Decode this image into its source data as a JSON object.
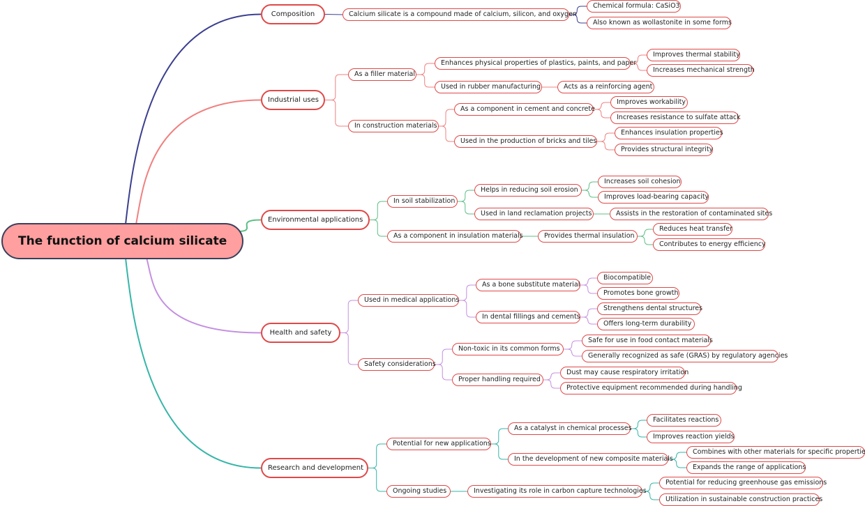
{
  "root": "The function of calcium silicate",
  "branches": [
    {
      "label": "Composition",
      "color": "#3b3f8f",
      "children": [
        {
          "label": "Calcium silicate is a compound made of calcium, silicon, and oxygen",
          "children": [
            {
              "label": "Chemical formula: CaSiO3"
            },
            {
              "label": "Also known as wollastonite in some forms"
            }
          ]
        }
      ]
    },
    {
      "label": "Industrial uses",
      "color": "#f08080",
      "children": [
        {
          "label": "As a filler material",
          "children": [
            {
              "label": "Enhances physical properties of plastics, paints, and paper",
              "children": [
                {
                  "label": "Improves thermal stability"
                },
                {
                  "label": "Increases mechanical strength"
                }
              ]
            },
            {
              "label": "Used in rubber manufacturing",
              "children": [
                {
                  "label": "Acts as a reinforcing agent"
                }
              ]
            }
          ]
        },
        {
          "label": "In construction materials",
          "children": [
            {
              "label": "As a component in cement and concrete",
              "children": [
                {
                  "label": "Improves workability"
                },
                {
                  "label": "Increases resistance to sulfate attack"
                }
              ]
            },
            {
              "label": "Used in the production of bricks and tiles",
              "children": [
                {
                  "label": "Enhances insulation properties"
                },
                {
                  "label": "Provides structural integrity"
                }
              ]
            }
          ]
        }
      ]
    },
    {
      "label": "Environmental applications",
      "color": "#5cbf86",
      "children": [
        {
          "label": "In soil stabilization",
          "children": [
            {
              "label": "Helps in reducing soil erosion",
              "children": [
                {
                  "label": "Increases soil cohesion"
                },
                {
                  "label": "Improves load-bearing capacity"
                }
              ]
            },
            {
              "label": "Used in land reclamation projects",
              "children": [
                {
                  "label": "Assists in the restoration of contaminated sites"
                }
              ]
            }
          ]
        },
        {
          "label": "As a component in insulation materials",
          "children": [
            {
              "label": "Provides thermal insulation",
              "children": [
                {
                  "label": "Reduces heat transfer"
                },
                {
                  "label": "Contributes to energy efficiency"
                }
              ]
            }
          ]
        }
      ]
    },
    {
      "label": "Health and safety",
      "color": "#c490e0",
      "children": [
        {
          "label": "Used in medical applications",
          "children": [
            {
              "label": "As a bone substitute material",
              "children": [
                {
                  "label": "Biocompatible"
                },
                {
                  "label": "Promotes bone growth"
                }
              ]
            },
            {
              "label": "In dental fillings and cements",
              "children": [
                {
                  "label": "Strengthens dental structures"
                },
                {
                  "label": "Offers long-term durability"
                }
              ]
            }
          ]
        },
        {
          "label": "Safety considerations",
          "children": [
            {
              "label": "Non-toxic in its common forms",
              "children": [
                {
                  "label": "Safe for use in food contact materials"
                },
                {
                  "label": "Generally recognized as safe (GRAS) by regulatory agencies"
                }
              ]
            },
            {
              "label": "Proper handling required",
              "children": [
                {
                  "label": "Dust may cause respiratory irritation"
                },
                {
                  "label": "Protective equipment recommended during handling"
                }
              ]
            }
          ]
        }
      ]
    },
    {
      "label": "Research and development",
      "color": "#36b5a8",
      "children": [
        {
          "label": "Potential for new applications",
          "children": [
            {
              "label": "As a catalyst in chemical processes",
              "children": [
                {
                  "label": "Facilitates reactions"
                },
                {
                  "label": "Improves reaction yields"
                }
              ]
            },
            {
              "label": "In the development of new composite materials",
              "children": [
                {
                  "label": "Combines with other materials for specific properties"
                },
                {
                  "label": "Expands the range of applications"
                }
              ]
            }
          ]
        },
        {
          "label": "Ongoing studies",
          "children": [
            {
              "label": "Investigating its role in carbon capture technologies",
              "children": [
                {
                  "label": "Potential for reducing greenhouse gas emissions"
                },
                {
                  "label": "Utilization in sustainable construction practices"
                }
              ]
            }
          ]
        }
      ]
    }
  ]
}
